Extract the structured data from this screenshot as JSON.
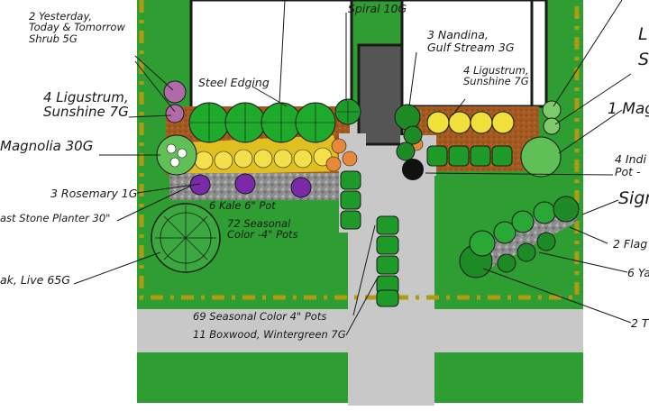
{
  "colors": {
    "lawn": "#2e9e32",
    "lawn_dark": "#248a28",
    "walk": "#c8c8c8",
    "mulch": "#a0521c",
    "gravel": "#8a8a8a",
    "property_line": "#b09a10",
    "leader": "#1a1a1a"
  },
  "labels": {
    "yesterday_line1": "2 Yesterday,",
    "yesterday_line2": "Today & Tomorrow",
    "yesterday_line3": "Shrub 5G",
    "spiral": "Spiral 10G",
    "nandina_line1": "3 Nandina,",
    "nandina_line2": "Gulf Stream 3G",
    "lig_right_line1": "4 Ligustrum,",
    "lig_right_line2": "Sunshine 7G",
    "steel_edging": "Steel Edging",
    "lig_left_line1": "4 Ligustrum,",
    "lig_left_line2": "Sunshine 7G",
    "magnolia_left": "Magnolia 30G",
    "rosemary": "3 Rosemary 1G",
    "kale": "6 Kale 6\" Pot",
    "seasonal72_line1": "72 Seasonal",
    "seasonal72_line2": "Color -4\" Pots",
    "cast_stone": "ast Stone Planter 30\"",
    "oak": "ak, Live 65G",
    "seasonal69": "69 Seasonal Color 4\" Pots",
    "boxwood": "11 Boxwood, Wintergreen 7G",
    "right_l": "L",
    "right_s": "S",
    "right_magnolia": "1 Mag",
    "right_indi_line1": "4 Indi",
    "right_indi_line2": "Pot -",
    "right_sign": "Sign",
    "right_flag": "2 Flag",
    "right_ya": "6 Ya",
    "right_2t": "2 T"
  }
}
